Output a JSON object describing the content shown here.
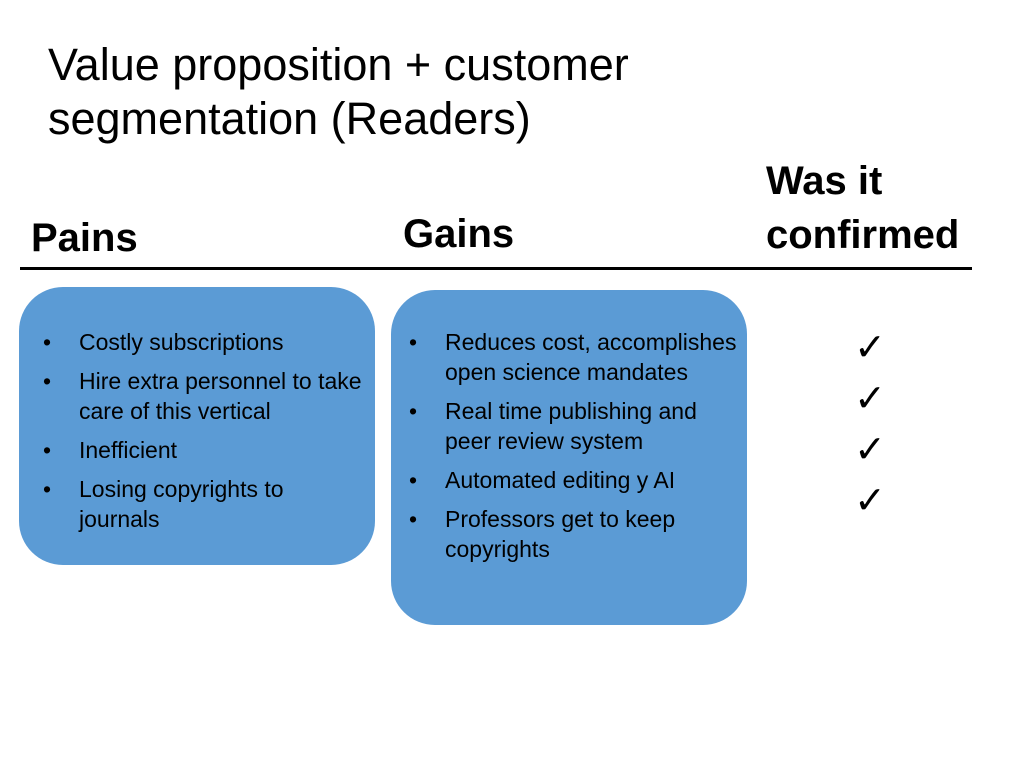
{
  "slide": {
    "title": "Value proposition + customer segmentation (Readers)"
  },
  "columns": {
    "pains": "Pains",
    "gains": "Gains",
    "confirmed": "Was it confirmed"
  },
  "pains": [
    "Costly subscriptions",
    "Hire extra personnel to take care of this vertical",
    "Inefficient",
    "Losing copyrights to journals"
  ],
  "gains": [
    "Reduces cost, accomplishes open science mandates",
    "Real time publishing and peer review system",
    "Automated editing y AI",
    "Professors get to keep copyrights"
  ],
  "bullet": "•",
  "checks": [
    "✓",
    "✓",
    "✓",
    "✓"
  ],
  "colors": {
    "box_fill": "#5b9bd5",
    "text": "#000000",
    "background": "#ffffff"
  }
}
